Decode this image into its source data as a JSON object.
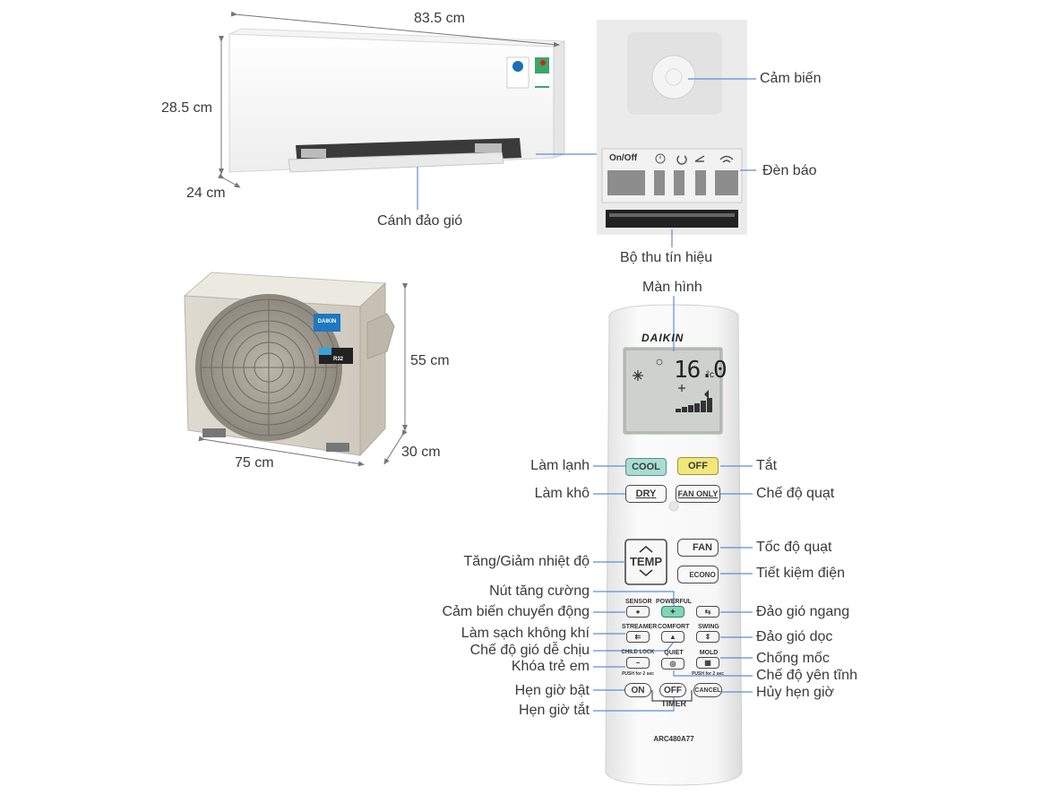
{
  "indoor": {
    "width": "83.5 cm",
    "height": "28.5 cm",
    "depth": "24 cm",
    "louver": "Cánh đảo gió"
  },
  "panel": {
    "sensor": "Cảm biến",
    "indicator": "Đèn báo",
    "receiver": "Bộ thu tín hiệu",
    "onoff": "On/Off"
  },
  "outdoor": {
    "height": "55 cm",
    "depth": "30 cm",
    "width": "75 cm",
    "brand": "DAIKIN",
    "refrigerant": "R32"
  },
  "remote": {
    "brand": "DAIKIN",
    "model": "ARC480A77",
    "display_temp": "16.0",
    "display_unit": "°c",
    "keys": {
      "cool": "COOL",
      "off": "OFF",
      "dry": "DRY",
      "fan_only": "FAN ONLY",
      "temp": "TEMP",
      "fan": "FAN",
      "econo": "ECONO",
      "sensor": "SENSOR",
      "powerful": "POWERFUL",
      "streamer": "STREAMER",
      "comfort": "COMFORT",
      "swing": "SWING",
      "child_lock": "CHILD LOCK",
      "quiet": "QUIET",
      "mold": "MOLD",
      "push_2sec_a": "PUSH for 2 sec",
      "push_2sec_b": "PUSH for 2 sec",
      "timer_on": "ON",
      "timer_off": "OFF",
      "timer": "TIMER",
      "cancel": "CANCEL"
    }
  },
  "callouts": {
    "screen": "Màn hình",
    "cool": "Làm lạnh",
    "off": "Tắt",
    "dry": "Làm khô",
    "fan_mode": "Chế độ quạt",
    "temp": "Tăng/Giảm nhiệt độ",
    "fan_speed": "Tốc độ quạt",
    "econo": "Tiết kiệm điện",
    "powerful": "Nút tăng cường",
    "sensor": "Cảm biến chuyển động",
    "horizontal_swing": "Đảo gió ngang",
    "streamer": "Làm sạch không khí",
    "vertical_swing": "Đảo gió dọc",
    "comfort": "Chế độ gió dễ chịu",
    "mold": "Chống mốc",
    "child_lock": "Khóa trẻ em",
    "quiet": "Chế độ yên tĩnh",
    "timer_on": "Hẹn giờ bật",
    "cancel_timer": "Hủy hẹn giờ",
    "timer_off": "Hẹn giờ tắt"
  },
  "colors": {
    "line": "#5b8fd6",
    "cool_key": "#a8ddd3",
    "off_key": "#f2e77a",
    "powerful_key": "#7fd6b3",
    "display": "#c9cfc9"
  }
}
